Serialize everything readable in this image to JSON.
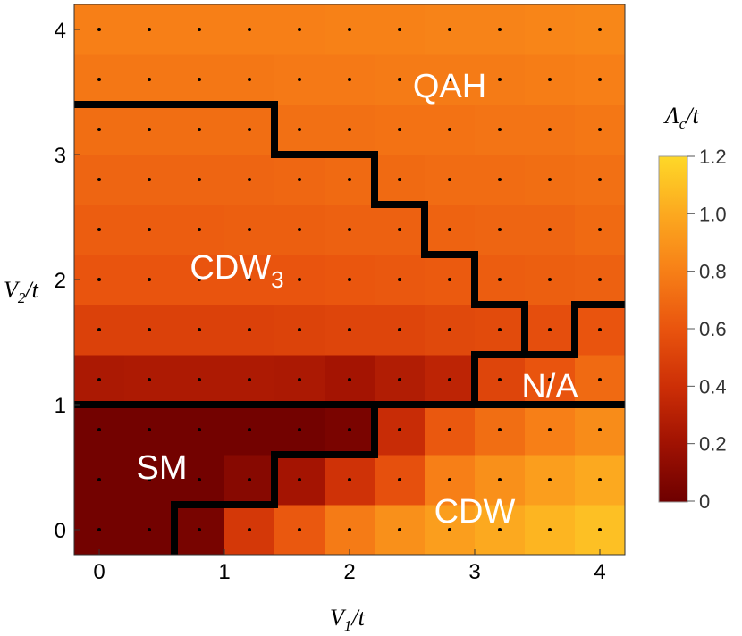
{
  "chart_data": {
    "type": "heatmap",
    "xlabel": {
      "main": "V",
      "sub": "1",
      "rest": "/t"
    },
    "ylabel": {
      "main": "V",
      "sub": "2",
      "rest": "/t"
    },
    "colorbar_label": {
      "main": "Λ",
      "sub": "c",
      "rest": "/t"
    },
    "x_ticks": [
      "0",
      "1",
      "2",
      "3",
      "4"
    ],
    "y_ticks": [
      "0",
      "1",
      "2",
      "3",
      "4"
    ],
    "colorbar_ticks": [
      "0",
      "0.2",
      "0.4",
      "0.6",
      "0.8",
      "1.0",
      "1.2"
    ],
    "colorbar_range": [
      0,
      1.2
    ],
    "xlim": [
      -0.2,
      4.2
    ],
    "ylim": [
      -0.2,
      4.2
    ],
    "grid_step": 0.4,
    "x_values": [
      0,
      0.4,
      0.8,
      1.2,
      1.6,
      2.0,
      2.4,
      2.8,
      3.2,
      3.6,
      4.0
    ],
    "y_values": [
      0,
      0.4,
      0.8,
      1.2,
      1.6,
      2.0,
      2.4,
      2.8,
      3.2,
      3.6,
      4.0
    ],
    "values": [
      [
        0.02,
        0.02,
        0.04,
        0.45,
        0.62,
        0.78,
        0.88,
        0.95,
        1.0,
        1.05,
        1.1
      ],
      [
        0.02,
        0.02,
        0.02,
        0.1,
        0.22,
        0.42,
        0.58,
        0.8,
        0.88,
        0.95,
        1.0
      ],
      [
        0.02,
        0.02,
        0.02,
        0.02,
        0.02,
        0.05,
        0.38,
        0.62,
        0.72,
        0.8,
        0.86
      ],
      [
        0.25,
        0.26,
        0.26,
        0.26,
        0.25,
        0.22,
        0.28,
        0.33,
        0.52,
        0.6,
        0.7
      ],
      [
        0.5,
        0.5,
        0.5,
        0.5,
        0.51,
        0.52,
        0.52,
        0.54,
        0.55,
        0.57,
        0.6
      ],
      [
        0.6,
        0.6,
        0.6,
        0.6,
        0.6,
        0.61,
        0.62,
        0.63,
        0.64,
        0.65,
        0.66
      ],
      [
        0.64,
        0.64,
        0.64,
        0.65,
        0.65,
        0.66,
        0.66,
        0.67,
        0.68,
        0.68,
        0.7
      ],
      [
        0.68,
        0.68,
        0.68,
        0.68,
        0.69,
        0.7,
        0.7,
        0.71,
        0.71,
        0.72,
        0.73
      ],
      [
        0.72,
        0.72,
        0.72,
        0.72,
        0.73,
        0.73,
        0.74,
        0.74,
        0.75,
        0.75,
        0.76
      ],
      [
        0.76,
        0.76,
        0.76,
        0.76,
        0.77,
        0.77,
        0.78,
        0.78,
        0.78,
        0.79,
        0.8
      ],
      [
        0.8,
        0.8,
        0.8,
        0.8,
        0.8,
        0.81,
        0.81,
        0.82,
        0.82,
        0.83,
        0.84
      ]
    ],
    "phase_boundaries": [
      {
        "name": "SM-CDW",
        "points": [
          [
            0.6,
            -0.2
          ],
          [
            0.6,
            0.2
          ],
          [
            1.4,
            0.2
          ],
          [
            1.4,
            0.6
          ],
          [
            2.2,
            0.6
          ],
          [
            2.2,
            1.0
          ]
        ]
      },
      {
        "name": "V2=1",
        "points": [
          [
            -0.2,
            1.0
          ],
          [
            4.2,
            1.0
          ]
        ]
      },
      {
        "name": "CDW3-QAH",
        "points": [
          [
            -0.2,
            3.4
          ],
          [
            1.4,
            3.4
          ],
          [
            1.4,
            3.0
          ],
          [
            2.2,
            3.0
          ],
          [
            2.2,
            2.6
          ],
          [
            2.6,
            2.6
          ],
          [
            2.6,
            2.2
          ],
          [
            3.0,
            2.2
          ],
          [
            3.0,
            1.8
          ],
          [
            3.4,
            1.8
          ],
          [
            3.4,
            1.4
          ],
          [
            3.8,
            1.4
          ],
          [
            3.8,
            1.8
          ],
          [
            4.2,
            1.8
          ]
        ]
      },
      {
        "name": "N/A-left",
        "points": [
          [
            3.0,
            1.0
          ],
          [
            3.0,
            1.4
          ],
          [
            3.4,
            1.4
          ]
        ]
      }
    ],
    "regions": [
      {
        "label": "QAH",
        "sub": "",
        "x": 2.8,
        "y": 3.55
      },
      {
        "label": "CDW",
        "sub": "3",
        "x": 1.1,
        "y": 2.1
      },
      {
        "label": "N/A",
        "sub": "",
        "x": 3.6,
        "y": 1.15
      },
      {
        "label": "SM",
        "sub": "",
        "x": 0.5,
        "y": 0.5
      },
      {
        "label": "CDW",
        "sub": "",
        "x": 3.0,
        "y": 0.15
      }
    ],
    "grid": false,
    "legend": "colorbar-right"
  }
}
